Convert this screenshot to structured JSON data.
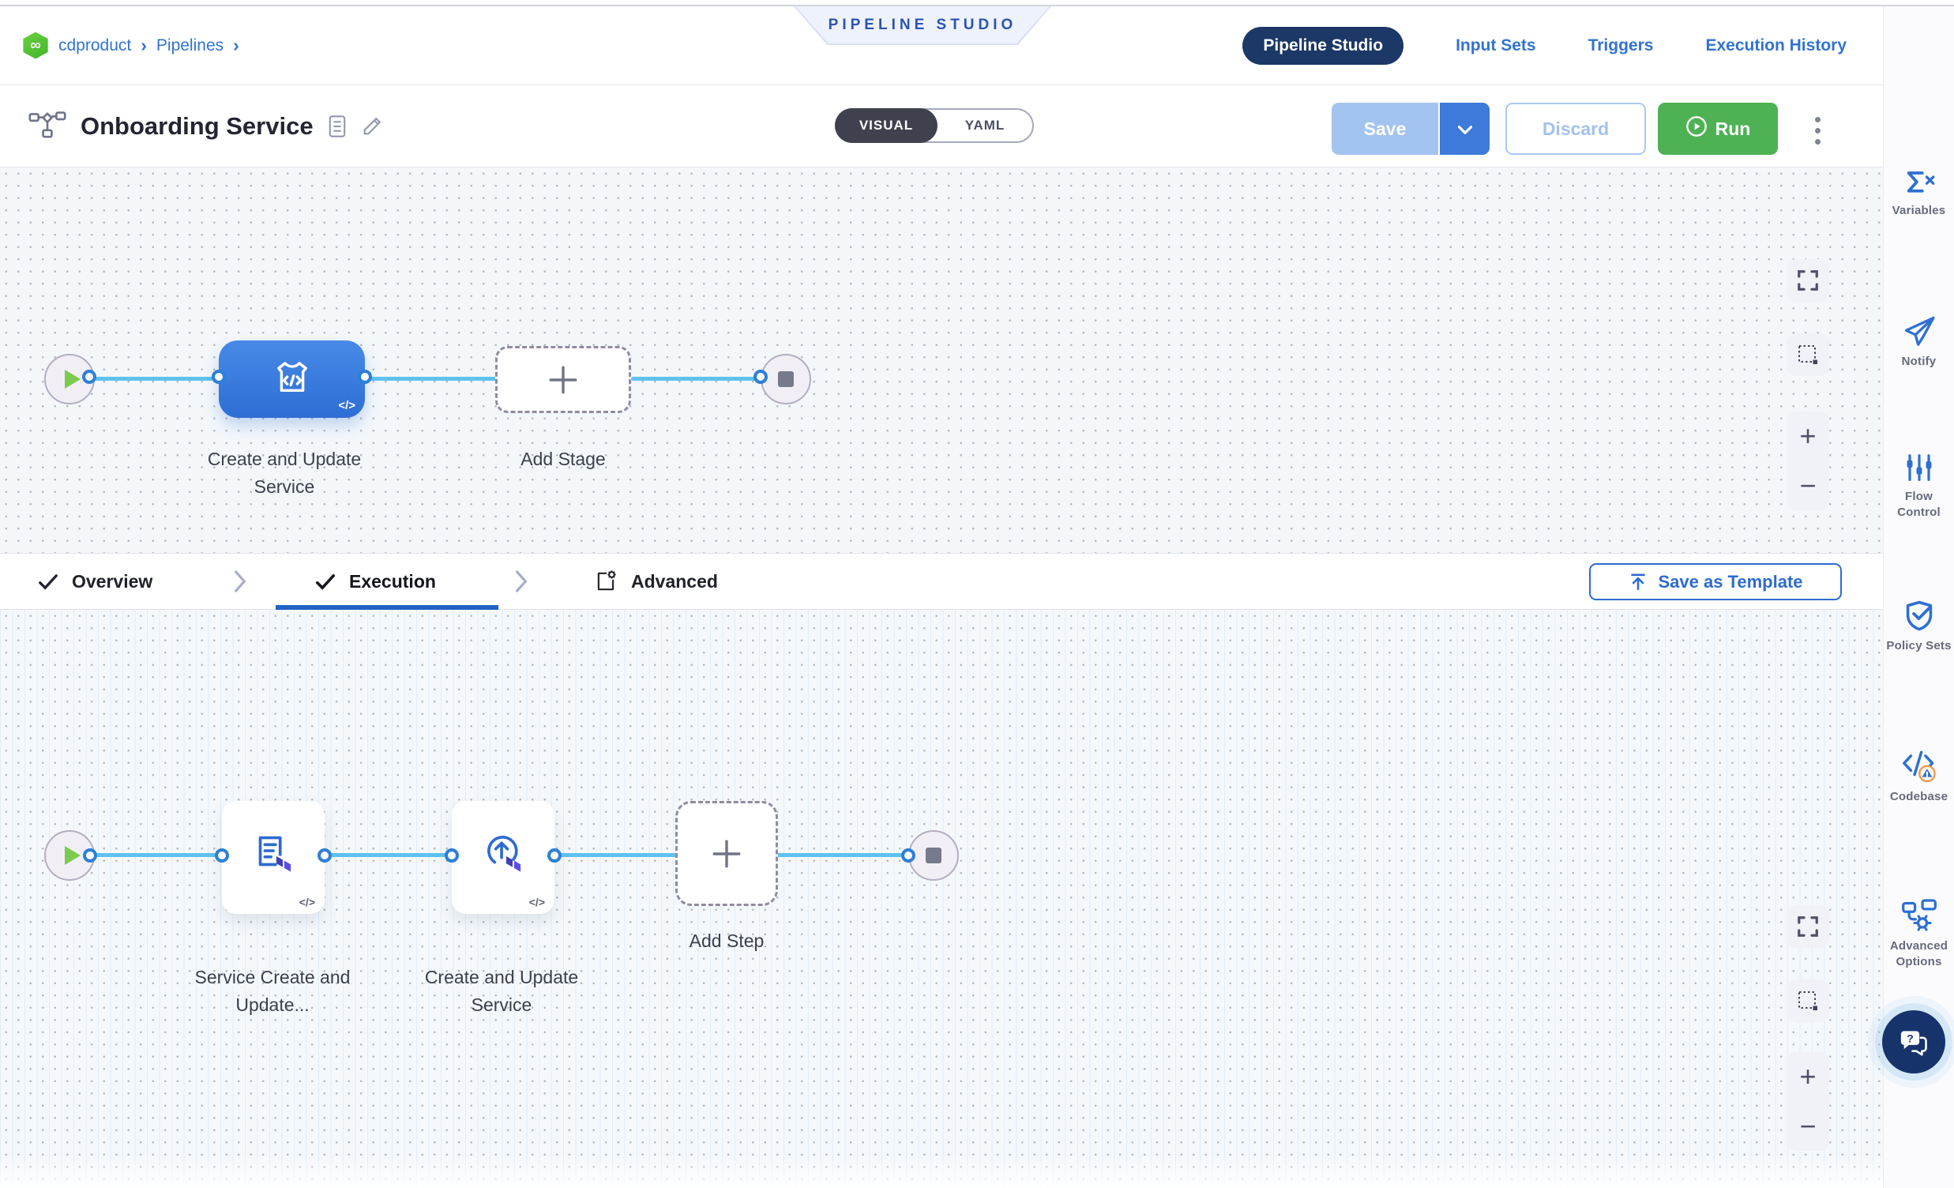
{
  "banner": {
    "label": "PIPELINE STUDIO"
  },
  "breadcrumb": {
    "project": "cdproduct",
    "separator": "›",
    "section": "Pipelines"
  },
  "top_nav": {
    "pipeline_studio": "Pipeline Studio",
    "input_sets": "Input Sets",
    "triggers": "Triggers",
    "execution_history": "Execution History"
  },
  "title_bar": {
    "title": "Onboarding Service",
    "visual": "VISUAL",
    "yaml": "YAML",
    "save": "Save",
    "discard": "Discard",
    "run": "Run"
  },
  "stage_canvas": {
    "stage_label": "Create and Update Service",
    "add_stage_label": "Add Stage"
  },
  "tab_bar": {
    "overview": "Overview",
    "execution": "Execution",
    "advanced": "Advanced",
    "save_as_template": "Save as Template"
  },
  "step_canvas": {
    "step1_label": "Service Create and Update...",
    "step2_label": "Create and Update Service",
    "add_step_label": "Add Step"
  },
  "sidebar": {
    "items": [
      {
        "label": "Variables"
      },
      {
        "label": "Notify"
      },
      {
        "label": "Flow Control"
      },
      {
        "label": "Policy Sets"
      },
      {
        "label": "Codebase"
      },
      {
        "label": "Advanced Options"
      }
    ]
  },
  "glyphs": {
    "plus": "+",
    "minus": "−",
    "code": "</>",
    "infinity": "∞",
    "question": "?"
  },
  "colors": {
    "accent_blue": "#2e6fd3",
    "navy_pill": "#1c3867",
    "run_green": "#4eb254",
    "stage_blue": "#2e6ed5",
    "connector_blue": "#5ec2ef",
    "banner_text": "#2b54ab",
    "breadcrumb_blue": "#3273d1",
    "save_disabled_blue": "#a3c4ef"
  }
}
